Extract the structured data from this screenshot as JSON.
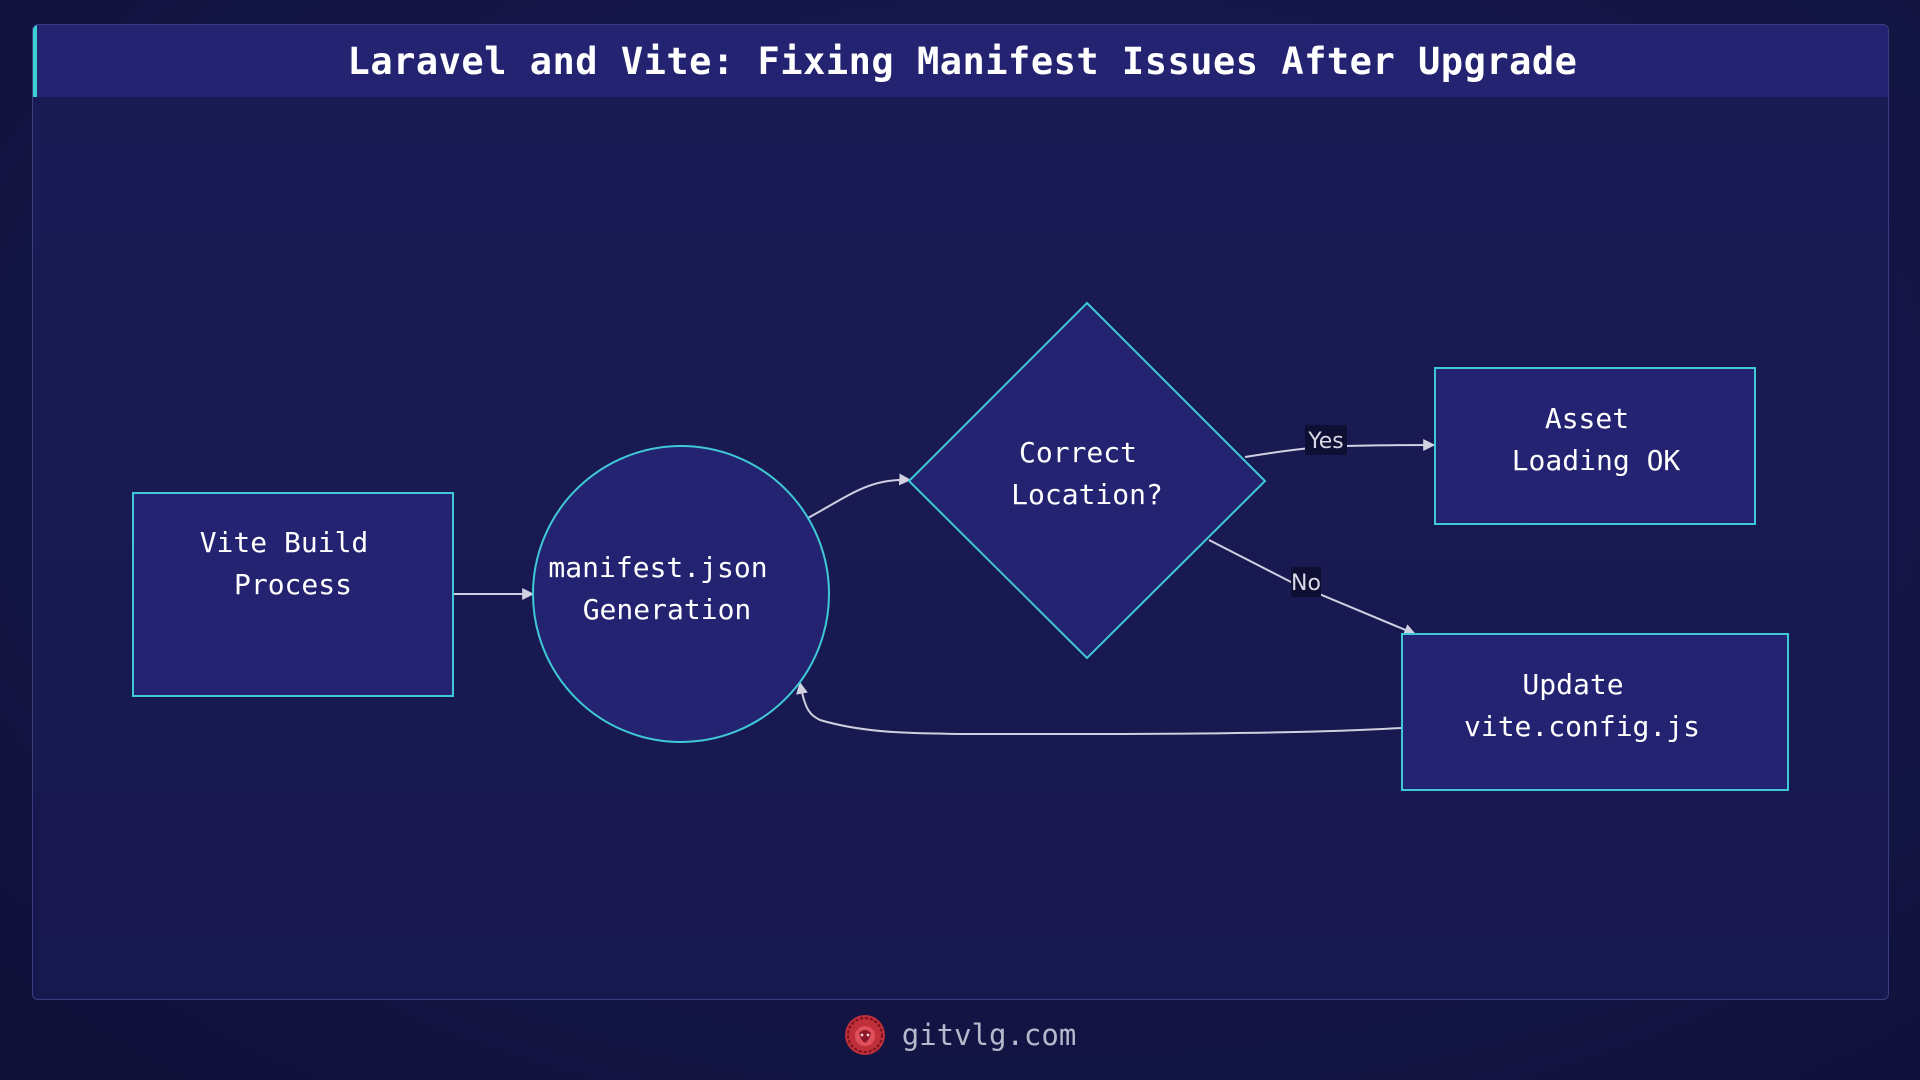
{
  "title": "Laravel and Vite: Fixing Manifest Issues After Upgrade",
  "colors": {
    "node_fill": "#232372",
    "node_stroke": "#3fc8d6",
    "edge": "#d0d0e0",
    "title_accent": "#3ad0d0"
  },
  "nodes": {
    "vite_build": {
      "line1": "Vite Build",
      "line2": "Process"
    },
    "manifest": {
      "line1": "manifest.json",
      "line2": "Generation"
    },
    "decision": {
      "line1": "Correct",
      "line2": "Location?"
    },
    "asset_ok": {
      "line1": "Asset",
      "line2": "Loading OK"
    },
    "update_config": {
      "line1": "Update",
      "line2": "vite.config.js"
    }
  },
  "edges": {
    "yes_label": "Yes",
    "no_label": "No"
  },
  "footer": {
    "site": "gitvlg.com",
    "logo_icon": "lion-logo-icon"
  }
}
